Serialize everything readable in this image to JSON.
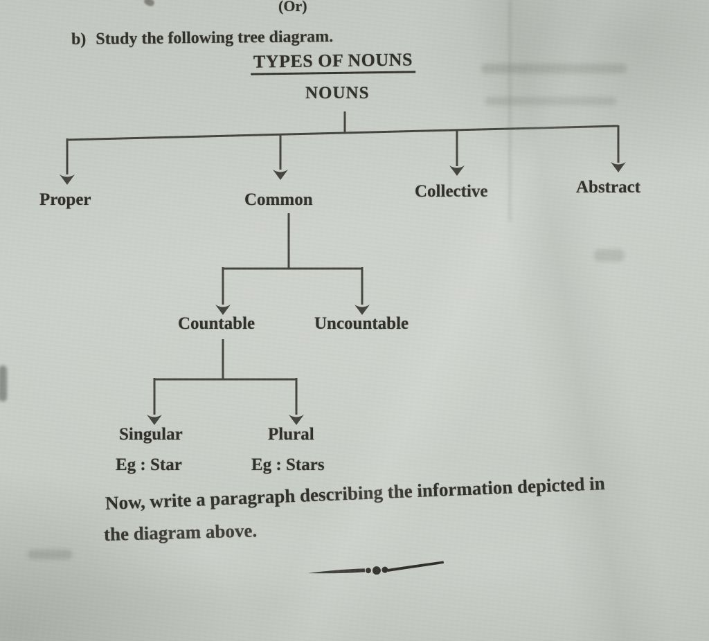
{
  "colors": {
    "paper": "#c7cbc4",
    "ink": "#312f2a",
    "line": "#454440"
  },
  "header": {
    "or_label": "(Or)",
    "question_label": "b)",
    "question_text": "Study the following tree diagram.",
    "diagram_title": "TYPES OF NOUNS"
  },
  "tree": {
    "root_label": "NOUNS",
    "branches": [
      {
        "label": "Proper"
      },
      {
        "label": "Common"
      },
      {
        "label": "Collective"
      },
      {
        "label": "Abstract"
      }
    ],
    "common_children": [
      {
        "label": "Countable"
      },
      {
        "label": "Uncountable"
      }
    ],
    "countable_children": [
      {
        "label": "Singular",
        "example": "Eg : Star"
      },
      {
        "label": "Plural",
        "example": "Eg : Stars"
      }
    ]
  },
  "footer": {
    "instruction_line1": "Now, write a paragraph describing the information depicted in",
    "instruction_line2": "the diagram above."
  }
}
